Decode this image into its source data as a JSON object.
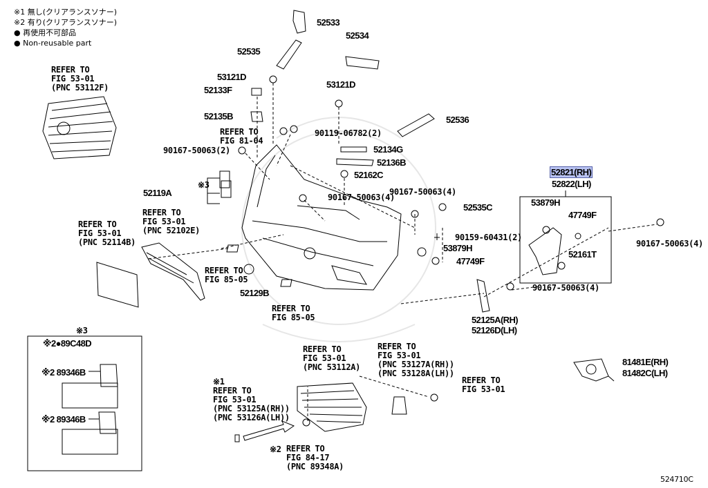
{
  "legend": {
    "note1": "※1 無し(クリアランスソナー)",
    "note2": "※2 有り(クリアランスソナー)",
    "nonreusable_jp": "● 再使用不可部品",
    "nonreusable_en": "● Non-reusable part"
  },
  "parts": {
    "p52533": "52533",
    "p52534": "52534",
    "p52535": "52535",
    "p53121D_a": "53121D",
    "p52133F": "52133F",
    "p53121D_b": "53121D",
    "p52135B": "52135B",
    "p52536": "52536",
    "p90119": "90119-06782(2)",
    "p90167_2": "90167-50063(2)",
    "p52134G": "52134G",
    "p52136B": "52136B",
    "p52162C": "52162C",
    "p52821": "52821(RH)",
    "p52822": "52822(LH)",
    "p52119A": "52119A",
    "p90167_4a": "90167-50063(4)",
    "p90167_4b": "90167-50063(4)",
    "p52535C": "52535C",
    "p53879H_box": "53879H",
    "p47749F_box": "47749F",
    "p90159": "90159-60431(2)",
    "p90167_4c": "90167-50063(4)",
    "p53879H": "53879H",
    "p47749F": "47749F",
    "p52161T": "52161T",
    "p90167_4d": "90167-50063(4)",
    "p52129B": "52129B",
    "p52125A": "52125A(RH)",
    "p52126D": "52126D(LH)",
    "p81481E": "81481E(RH)",
    "p81482C": "81482C(LH)",
    "p89C48D": "※2●89C48D",
    "p89346B_a": "※2 89346B",
    "p89346B_b": "※2 89346B",
    "note3_top": "※3",
    "note3_side": "※3",
    "note1_ref": "※1",
    "note2_ref": "※2"
  },
  "refs": {
    "r1": [
      "REFER TO",
      "FIG 53-01",
      "(PNC 53112F)"
    ],
    "r2": [
      "REFER TO",
      "FIG 81-04"
    ],
    "r3": [
      "REFER TO",
      "FIG 53-01",
      "(PNC 52102E)"
    ],
    "r4": [
      "REFER TO",
      "FIG 53-01",
      "(PNC 52114B)"
    ],
    "r5": [
      "REFER TO",
      "FIG 85-05"
    ],
    "r6": [
      "REFER TO",
      "FIG 85-05"
    ],
    "r7": [
      "REFER TO",
      "FIG 53-01",
      "(PNC 53112A)"
    ],
    "r8": [
      "REFER TO",
      "FIG 53-01",
      "(PNC 53127A(RH))",
      "(PNC 53128A(LH))"
    ],
    "r9": [
      "REFER TO",
      "FIG 53-01"
    ],
    "r10": [
      "REFER TO",
      "FIG 53-01",
      "(PNC 53125A(RH))",
      "(PNC 53126A(LH))"
    ],
    "r11": [
      "REFER TO",
      "FIG 84-17",
      "(PNC 89348A)"
    ]
  },
  "figure_number": "524710C",
  "highlight_color": "#b9c3f2"
}
